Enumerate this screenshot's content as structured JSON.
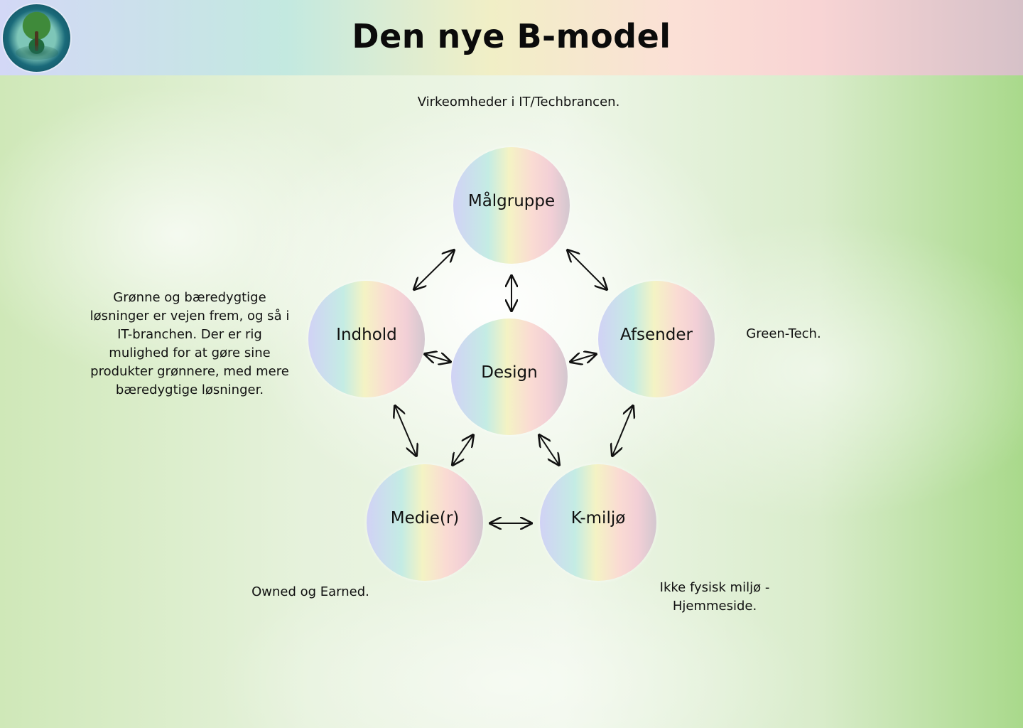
{
  "header": {
    "title": "Den nye B-model",
    "logo_icon": "tree-of-life-logo"
  },
  "diagram": {
    "nodes": {
      "top": "Målgruppe",
      "left": "Indhold",
      "center": "Design",
      "right": "Afsender",
      "bottom_left": "Medie(r)",
      "bottom_right": "K-miljø"
    },
    "edges": [
      [
        "Målgruppe",
        "Indhold"
      ],
      [
        "Målgruppe",
        "Design"
      ],
      [
        "Målgruppe",
        "Afsender"
      ],
      [
        "Indhold",
        "Design"
      ],
      [
        "Design",
        "Afsender"
      ],
      [
        "Indhold",
        "Medie(r)"
      ],
      [
        "Design",
        "Medie(r)"
      ],
      [
        "Design",
        "K-miljø"
      ],
      [
        "Afsender",
        "K-miljø"
      ],
      [
        "Medie(r)",
        "K-miljø"
      ]
    ],
    "arrow_style": "double-headed"
  },
  "notes": {
    "top": "Virkeomheder i IT/Techbrancen.",
    "left": "Grønne og bæredygtige løsninger er vejen frem, og så i IT-branchen. Der er rig mulighed for at gøre sine produkter grønnere, med mere bæredygtige løsninger.",
    "right": "Green-Tech.",
    "bottom_left": "Owned og Earned.",
    "bottom_right": "Ikke fysisk miljø - Hjemmeside."
  },
  "colors": {
    "header_gradient": [
      "#d3d8f6",
      "#c3e9e0",
      "#f1efc6",
      "#fbe0d6",
      "#d6c1c8"
    ],
    "circle_gradient": [
      "#d1d2f5",
      "#c4ece4",
      "#f4f3c4",
      "#fadbd3",
      "#d3c7cf"
    ],
    "background": "#d9eccb"
  }
}
